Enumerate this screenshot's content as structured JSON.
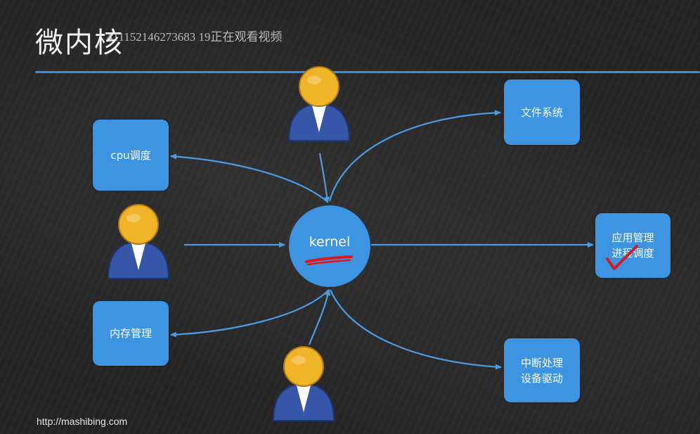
{
  "header": {
    "title": "微内核",
    "watermark": "411152146273683 19正在观看视频"
  },
  "diagram": {
    "center": {
      "label": "kernel"
    },
    "boxes": {
      "cpu": {
        "label": "cpu调度"
      },
      "memory": {
        "label": "内存管理"
      },
      "filesystem": {
        "label": "文件系统"
      },
      "app_line1": "应用管理",
      "app_line2": "进程调度",
      "interrupt_line1": "中断处理",
      "interrupt_line2": "设备驱动"
    },
    "colors": {
      "box": "#3d94e0",
      "line": "#4d9be0",
      "underline_mark": "#e0161b",
      "check_mark": "#e0161b",
      "user_head": "#f0b428",
      "user_body": "#3656a8"
    },
    "users": [
      "user-icon",
      "user-icon",
      "user-icon"
    ]
  },
  "footer": {
    "url": "http://mashibing.com"
  }
}
